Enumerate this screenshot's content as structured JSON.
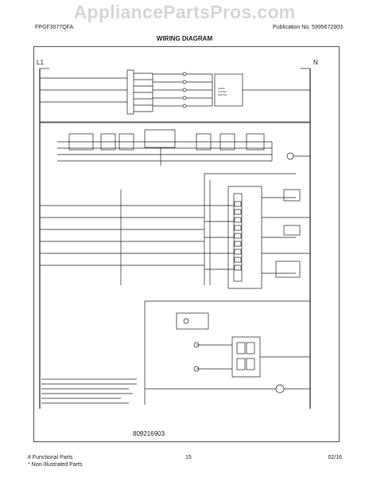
{
  "watermark": "AppliancePartsPros.com",
  "model": "FPGF3077QFA",
  "publication": "Publication No. 5995672903",
  "title": "WIRING DIAGRAM",
  "diagram": {
    "line_label": "L1",
    "neutral_label": "N",
    "drawing_number": "809216903"
  },
  "footer": {
    "functional": "# Functional Parts",
    "non_illustrated": "* Non-Illustrated Parts",
    "page": "15",
    "date": "02/16"
  }
}
